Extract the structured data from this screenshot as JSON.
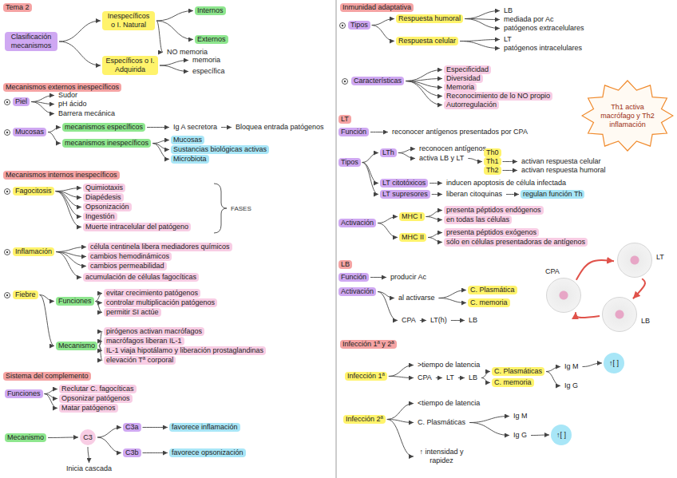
{
  "diagram": {
    "nodes": [
      {
        "text": [
          "Tema 2"
        ]
      },
      {
        "text": [
          "Clasificación mecanismos"
        ]
      },
      {
        "text": [
          "Inespecíficos o I. Natural"
        ]
      },
      {
        "text": [
          "Internos"
        ]
      },
      {
        "text": [
          "Externos"
        ]
      },
      {
        "text": [
          "NO memoria"
        ]
      },
      {
        "text": [
          "Específicos o I. Adquirida"
        ]
      },
      {
        "text": [
          "memoria"
        ]
      },
      {
        "text": [
          "específica"
        ]
      },
      {
        "text": [
          "Mecanismos externos inespecíficos"
        ]
      },
      {
        "text": [
          "Piel"
        ]
      },
      {
        "text": [
          "Sudor"
        ]
      },
      {
        "text": [
          "pH ácido"
        ]
      },
      {
        "text": [
          "Barrera mecánica"
        ]
      },
      {
        "text": [
          "Mucosas"
        ]
      },
      {
        "text": [
          "mecanismos específicos"
        ]
      },
      {
        "text": [
          "Ig A secretora"
        ]
      },
      {
        "text": [
          "Bloquea entrada patógenos"
        ]
      },
      {
        "text": [
          "mecanismos inespecíficos"
        ]
      },
      {
        "text": [
          "Mucosas"
        ]
      },
      {
        "text": [
          "Sustancias biológicas activas"
        ]
      },
      {
        "text": [
          "Microbiota"
        ]
      },
      {
        "text": [
          "Mecanismos internos inespecíficos"
        ]
      },
      {
        "text": [
          "Fagocitosis"
        ]
      },
      {
        "text": [
          "Quimiotaxis"
        ]
      },
      {
        "text": [
          "Diapédesis"
        ]
      },
      {
        "text": [
          "Opsonización"
        ]
      },
      {
        "text": [
          "Ingestión"
        ]
      },
      {
        "text": [
          "Muerte intracelular del patógeno"
        ]
      },
      {
        "text": [
          "Inflamación"
        ]
      },
      {
        "text": [
          "célula centinela libera mediadores químicos"
        ]
      },
      {
        "text": [
          "cambios hemodinámicos"
        ]
      },
      {
        "text": [
          "cambios permeabilidad"
        ]
      },
      {
        "text": [
          "acumulación de células fagocíticas"
        ]
      },
      {
        "text": [
          "Fiebre"
        ]
      },
      {
        "text": [
          "Funciones"
        ]
      },
      {
        "text": [
          "evitar crecimiento patógenos"
        ]
      },
      {
        "text": [
          "controlar multiplicación patógenos"
        ]
      },
      {
        "text": [
          "permitir SI actúe"
        ]
      },
      {
        "text": [
          "Mecanismo"
        ]
      },
      {
        "text": [
          "pirógenos activan macrófagos"
        ]
      },
      {
        "text": [
          "macrófagos liberan IL-1"
        ]
      },
      {
        "text": [
          "IL-1 viaja hipotálamo y liberación prostaglandinas"
        ]
      },
      {
        "text": [
          "elevación Tª corporal"
        ]
      },
      {
        "text": [
          "Sistema del complemento"
        ]
      },
      {
        "text": [
          "Funciones"
        ]
      },
      {
        "text": [
          "Reclutar C. fagocíticas"
        ]
      },
      {
        "text": [
          "Opsonizar patógenos"
        ]
      },
      {
        "text": [
          "Matar patógenos"
        ]
      },
      {
        "text": [
          "Mecanismo"
        ]
      },
      {
        "text": [
          "C3"
        ]
      },
      {
        "text": [
          "C3a"
        ]
      },
      {
        "text": [
          "favorece inflamación"
        ]
      },
      {
        "text": [
          "C3b"
        ]
      },
      {
        "text": [
          "favorece opsonización"
        ]
      },
      {
        "text": [
          "Inicia cascada"
        ]
      },
      {
        "text": [
          "Inmunidad adaptativa"
        ]
      },
      {
        "text": [
          "Tipos"
        ]
      },
      {
        "text": [
          "Respuesta humoral"
        ]
      },
      {
        "text": [
          "LB"
        ]
      },
      {
        "text": [
          "mediada por Ac"
        ]
      },
      {
        "text": [
          "patógenos extracelulares"
        ]
      },
      {
        "text": [
          "Respuesta celular"
        ]
      },
      {
        "text": [
          "LT"
        ]
      },
      {
        "text": [
          "patógenos intracelulares"
        ]
      },
      {
        "text": [
          "Características"
        ]
      },
      {
        "text": [
          "Especificidad"
        ]
      },
      {
        "text": [
          "Diversidad"
        ]
      },
      {
        "text": [
          "Memoria"
        ]
      },
      {
        "text": [
          "Reconocimiento de lo NO propio"
        ]
      },
      {
        "text": [
          "Autorregulación"
        ]
      },
      {
        "text": [
          "LT"
        ]
      },
      {
        "text": [
          "Función"
        ]
      },
      {
        "text": [
          "reconocer antígenos presentados por CPA"
        ]
      },
      {
        "text": [
          "Tipos"
        ]
      },
      {
        "text": [
          "LTh"
        ]
      },
      {
        "text": [
          "reconocen antígenos"
        ]
      },
      {
        "text": [
          "activa LB y LT"
        ]
      },
      {
        "text": [
          "Th0"
        ]
      },
      {
        "text": [
          "Th1"
        ]
      },
      {
        "text": [
          "Th2"
        ]
      },
      {
        "text": [
          "activan respuesta celular"
        ]
      },
      {
        "text": [
          "activan respuesta humoral"
        ]
      },
      {
        "text": [
          "LT citotóxicos"
        ]
      },
      {
        "text": [
          "inducen apoptosis de célula infectada"
        ]
      },
      {
        "text": [
          "LT supresores"
        ]
      },
      {
        "text": [
          "liberan citoquinas"
        ]
      },
      {
        "text": [
          "regulan función Th"
        ]
      },
      {
        "text": [
          "Activación"
        ]
      },
      {
        "text": [
          "MHC I"
        ]
      },
      {
        "text": [
          "presenta péptidos endógenos"
        ]
      },
      {
        "text": [
          "en todas las células"
        ]
      },
      {
        "text": [
          "MHC II"
        ]
      },
      {
        "text": [
          "presenta péptidos exógenos"
        ]
      },
      {
        "text": [
          "sólo en células presentadoras de antígenos"
        ]
      },
      {
        "text": [
          "Th1 activa macrófago y Th2 inflamación"
        ]
      },
      {
        "text": [
          "LB"
        ]
      },
      {
        "text": [
          "Función"
        ]
      },
      {
        "text": [
          "producir Ac"
        ]
      },
      {
        "text": [
          "Activación"
        ]
      },
      {
        "text": [
          "al activarse"
        ]
      },
      {
        "text": [
          "C. Plasmática"
        ]
      },
      {
        "text": [
          "C. memoria"
        ]
      },
      {
        "text": [
          "CPA"
        ]
      },
      {
        "text": [
          "LT(h)"
        ]
      },
      {
        "text": [
          "LB"
        ]
      },
      {
        "text": [
          "CPA"
        ]
      },
      {
        "text": [
          "LT"
        ]
      },
      {
        "text": [
          "LB"
        ]
      },
      {
        "text": [
          "Infección 1ª y 2ª"
        ]
      },
      {
        "text": [
          "Infección 1ª"
        ]
      },
      {
        "text": [
          ">tiempo de latencia"
        ]
      },
      {
        "text": [
          "CPA"
        ]
      },
      {
        "text": [
          "LT"
        ]
      },
      {
        "text": [
          "LB"
        ]
      },
      {
        "text": [
          "C. Plasmáticas"
        ]
      },
      {
        "text": [
          "C. memoria"
        ]
      },
      {
        "text": [
          "Ig M"
        ]
      },
      {
        "text": [
          "↑[ ]"
        ]
      },
      {
        "text": [
          "Ig G"
        ]
      },
      {
        "text": [
          "Infección 2ª"
        ]
      },
      {
        "text": [
          "<tiempo de latencia"
        ]
      },
      {
        "text": [
          "C. Plasmáticas"
        ]
      },
      {
        "text": [
          "Ig M"
        ]
      },
      {
        "text": [
          "Ig G"
        ]
      },
      {
        "text": [
          "↑[ ]"
        ]
      },
      {
        "text": [
          "↑ intensidad y rapidez"
        ]
      }
    ],
    "edges": [
      {
        "from": 1,
        "to": 2,
        "arrow": "to"
      },
      {
        "from": 1,
        "to": 6,
        "arrow": "to"
      },
      {
        "from": 2,
        "to": 3,
        "arrow": "to"
      },
      {
        "from": 2,
        "to": 4,
        "arrow": "to"
      },
      {
        "from": 2,
        "to": 5,
        "arrow": "to"
      },
      {
        "from": 6,
        "to": 7,
        "arrow": "to"
      },
      {
        "from": 6,
        "to": 8,
        "arrow": "to"
      },
      {
        "from": 10,
        "to": 11,
        "arrow": "to"
      },
      {
        "from": 10,
        "to": 12,
        "arrow": "to"
      },
      {
        "from": 10,
        "to": 13,
        "arrow": "to"
      },
      {
        "from": 14,
        "to": 15,
        "arrow": "to"
      },
      {
        "from": 14,
        "to": 18,
        "arrow": "to"
      },
      {
        "from": 15,
        "to": 16,
        "arrow": "to"
      },
      {
        "from": 16,
        "to": 17,
        "arrow": "to"
      },
      {
        "from": 18,
        "to": 19,
        "arrow": "to"
      },
      {
        "from": 18,
        "to": 20,
        "arrow": "to"
      },
      {
        "from": 18,
        "to": 21,
        "arrow": "to"
      },
      {
        "from": 23,
        "to": 24,
        "arrow": "to"
      },
      {
        "from": 23,
        "to": 25,
        "arrow": "to"
      },
      {
        "from": 23,
        "to": 26,
        "arrow": "to"
      },
      {
        "from": 23,
        "to": 27,
        "arrow": "to"
      },
      {
        "from": 23,
        "to": 28,
        "arrow": "to"
      },
      {
        "from": 29,
        "to": 30,
        "arrow": "to"
      },
      {
        "from": 29,
        "to": 31,
        "arrow": "to"
      },
      {
        "from": 29,
        "to": 32,
        "arrow": "to"
      },
      {
        "from": 29,
        "to": 33,
        "arrow": "to"
      },
      {
        "from": 34,
        "to": 35,
        "arrow": "to"
      },
      {
        "from": 34,
        "to": 39,
        "arrow": "to"
      },
      {
        "from": 35,
        "to": 36,
        "arrow": "to"
      },
      {
        "from": 35,
        "to": 37,
        "arrow": "to"
      },
      {
        "from": 35,
        "to": 38,
        "arrow": "to"
      },
      {
        "from": 39,
        "to": 40,
        "arrow": "to"
      },
      {
        "from": 39,
        "to": 41,
        "arrow": "to"
      },
      {
        "from": 39,
        "to": 42,
        "arrow": "to"
      },
      {
        "from": 39,
        "to": 43,
        "arrow": "to"
      },
      {
        "from": 45,
        "to": 46,
        "arrow": "to"
      },
      {
        "from": 45,
        "to": 47,
        "arrow": "to"
      },
      {
        "from": 45,
        "to": 48,
        "arrow": "to"
      },
      {
        "from": 49,
        "to": 50,
        "arrow": "to"
      },
      {
        "from": 50,
        "to": 51,
        "arrow": "to"
      },
      {
        "from": 50,
        "to": 53,
        "arrow": "to"
      },
      {
        "from": 50,
        "to": 55,
        "arrow": "to"
      },
      {
        "from": 51,
        "to": 52,
        "arrow": "to"
      },
      {
        "from": 53,
        "to": 54,
        "arrow": "to"
      },
      {
        "from": 57,
        "to": 58,
        "arrow": "to"
      },
      {
        "from": 57,
        "to": 62,
        "arrow": "to"
      },
      {
        "from": 58,
        "to": 59,
        "arrow": "to"
      },
      {
        "from": 58,
        "to": 60,
        "arrow": "to"
      },
      {
        "from": 58,
        "to": 61,
        "arrow": "to"
      },
      {
        "from": 62,
        "to": 63,
        "arrow": "to"
      },
      {
        "from": 62,
        "to": 64,
        "arrow": "to"
      },
      {
        "from": 65,
        "to": 66,
        "arrow": "to"
      },
      {
        "from": 65,
        "to": 67,
        "arrow": "to"
      },
      {
        "from": 65,
        "to": 68,
        "arrow": "to"
      },
      {
        "from": 65,
        "to": 69,
        "arrow": "to"
      },
      {
        "from": 65,
        "to": 70,
        "arrow": "to"
      },
      {
        "from": 72,
        "to": 73,
        "arrow": "to"
      },
      {
        "from": 74,
        "to": 75,
        "arrow": "to"
      },
      {
        "from": 74,
        "to": 83,
        "arrow": "to"
      },
      {
        "from": 74,
        "to": 85,
        "arrow": "to"
      },
      {
        "from": 75,
        "to": 76,
        "arrow": "to"
      },
      {
        "from": 75,
        "to": 77,
        "arrow": "to"
      },
      {
        "from": 77,
        "to": 79,
        "arrow": "to"
      },
      {
        "from": 79,
        "to": 81,
        "arrow": "to"
      },
      {
        "from": 80,
        "to": 82,
        "arrow": "to"
      },
      {
        "from": 83,
        "to": 84,
        "arrow": "to"
      },
      {
        "from": 85,
        "to": 86,
        "arrow": "to"
      },
      {
        "from": 86,
        "to": 87,
        "arrow": "to"
      },
      {
        "from": 88,
        "to": 89,
        "arrow": "to"
      },
      {
        "from": 88,
        "to": 92,
        "arrow": "to"
      },
      {
        "from": 89,
        "to": 90,
        "arrow": "to"
      },
      {
        "from": 89,
        "to": 91,
        "arrow": "to"
      },
      {
        "from": 92,
        "to": 93,
        "arrow": "to"
      },
      {
        "from": 92,
        "to": 94,
        "arrow": "to"
      },
      {
        "from": 97,
        "to": 98,
        "arrow": "to"
      },
      {
        "from": 99,
        "to": 100,
        "arrow": "to"
      },
      {
        "from": 99,
        "to": 103,
        "arrow": "to"
      },
      {
        "from": 100,
        "to": 101,
        "arrow": "to"
      },
      {
        "from": 100,
        "to": 102,
        "arrow": "to"
      },
      {
        "from": 103,
        "to": 104,
        "arrow": "to"
      },
      {
        "from": 104,
        "to": 105,
        "arrow": "to"
      },
      {
        "from": 106,
        "to": 107,
        "arrow": "to"
      },
      {
        "from": 107,
        "to": 108,
        "arrow": "to"
      },
      {
        "from": 108,
        "to": 106,
        "arrow": "to"
      },
      {
        "from": 110,
        "to": 111,
        "arrow": "to"
      },
      {
        "from": 110,
        "to": 112,
        "arrow": "to"
      },
      {
        "from": 112,
        "to": 113,
        "arrow": "to"
      },
      {
        "from": 113,
        "to": 114,
        "arrow": "to"
      },
      {
        "from": 114,
        "to": 115,
        "arrow": "to"
      },
      {
        "from": 114,
        "to": 116,
        "arrow": "to"
      },
      {
        "from": 115,
        "to": 117,
        "arrow": "to"
      },
      {
        "from": 115,
        "to": 119,
        "arrow": "to"
      },
      {
        "from": 117,
        "to": 118,
        "arrow": "to"
      },
      {
        "from": 120,
        "to": 121,
        "arrow": "to"
      },
      {
        "from": 120,
        "to": 122,
        "arrow": "to"
      },
      {
        "from": 120,
        "to": 126,
        "arrow": "to"
      },
      {
        "from": 122,
        "to": 123,
        "arrow": "to"
      },
      {
        "from": 122,
        "to": 124,
        "arrow": "to"
      },
      {
        "from": 124,
        "to": 125,
        "arrow": "to"
      }
    ],
    "labels": [
      "FASES"
    ]
  }
}
